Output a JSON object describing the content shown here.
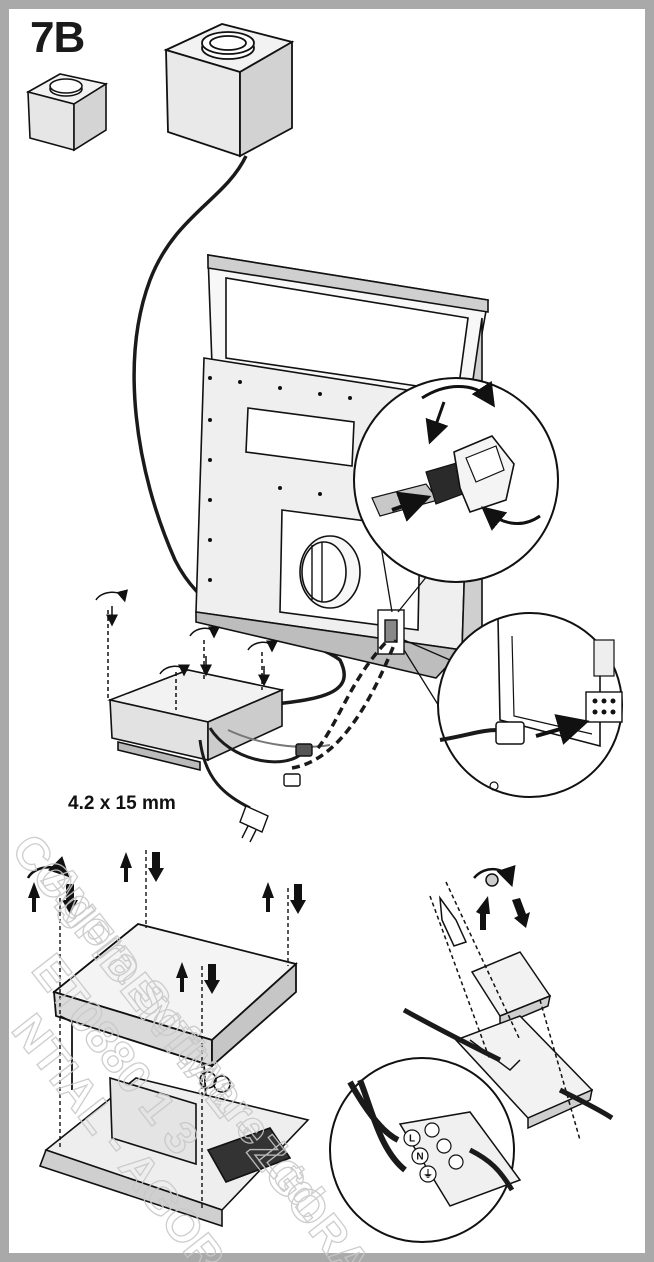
{
  "step": {
    "label": "7B"
  },
  "screw": {
    "spec": "4.2 x 15 mm"
  },
  "terminals": {
    "live": "L",
    "neutral": "N",
    "earth": "⏚"
  },
  "watermark": {
    "lines": [
      "CONFIDENTIAL - ZGORA",
      "Agora Software Ltd.",
      "ET0880 1 3",
      "NTIAL - AGORA"
    ]
  },
  "colors": {
    "frame": "#a9a9a9",
    "ink": "#111111",
    "cable": "#1a1a1a",
    "fill_light": "#f2f2f2",
    "fill_mid": "#cfcfcf",
    "fill_dark": "#555555",
    "watermark": "#c8c8c8"
  }
}
